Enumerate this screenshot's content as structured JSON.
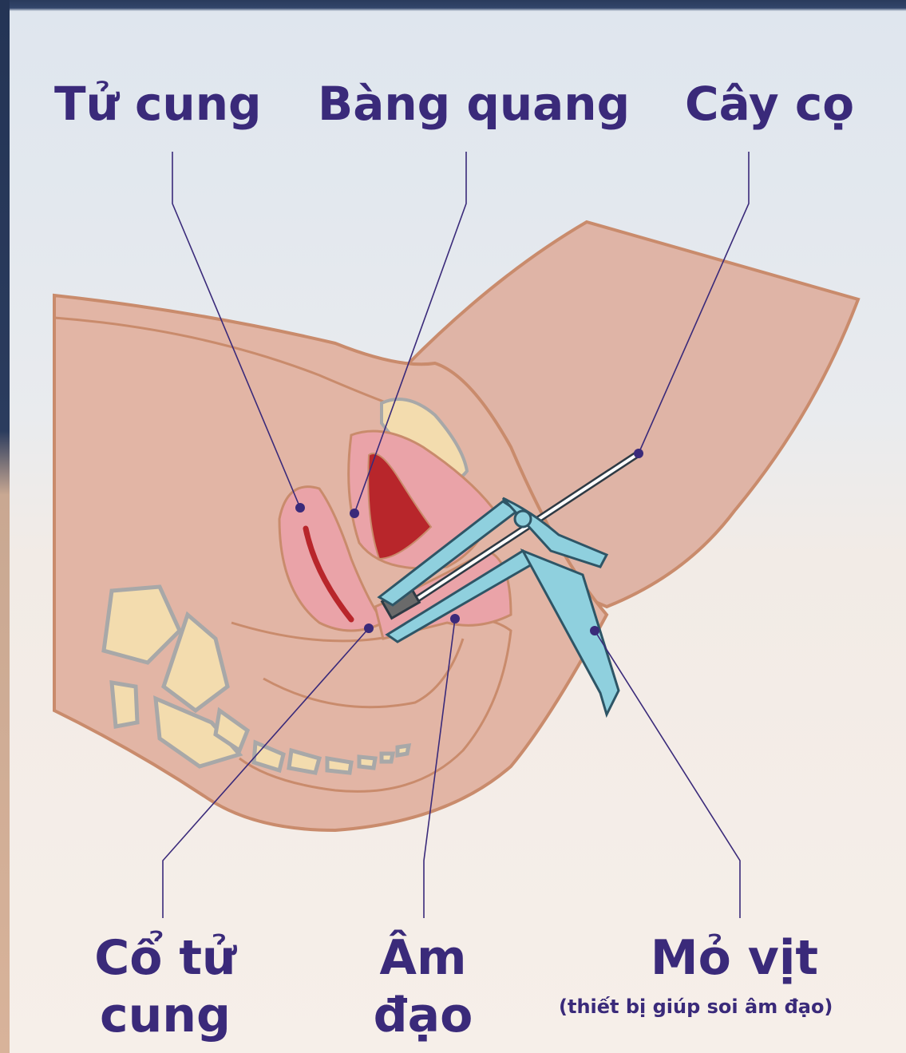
{
  "labels": {
    "uterus": "Tử cung",
    "bladder": "Bàng quang",
    "brush": "Cây cọ",
    "cervix_line1": "Cổ tử",
    "cervix_line2": "cung",
    "vagina_line1": "Âm",
    "vagina_line2": "đạo",
    "speculum": "Mỏ vịt",
    "speculum_note": "(thiết bị giúp soi âm đạo)"
  },
  "colors": {
    "label_text": "#3a2a7a",
    "leader_line": "#3a2a7a",
    "skin": "#e2b5a5",
    "skin_outline": "#c98b6c",
    "organ_pink": "#eaa3a8",
    "organ_red": "#b8262b",
    "bone": "#f3dcae",
    "bone_outline": "#a8a8a8",
    "speculum": "#8fd0de",
    "speculum_outline": "#2e5566",
    "brush": "#ffffff"
  }
}
